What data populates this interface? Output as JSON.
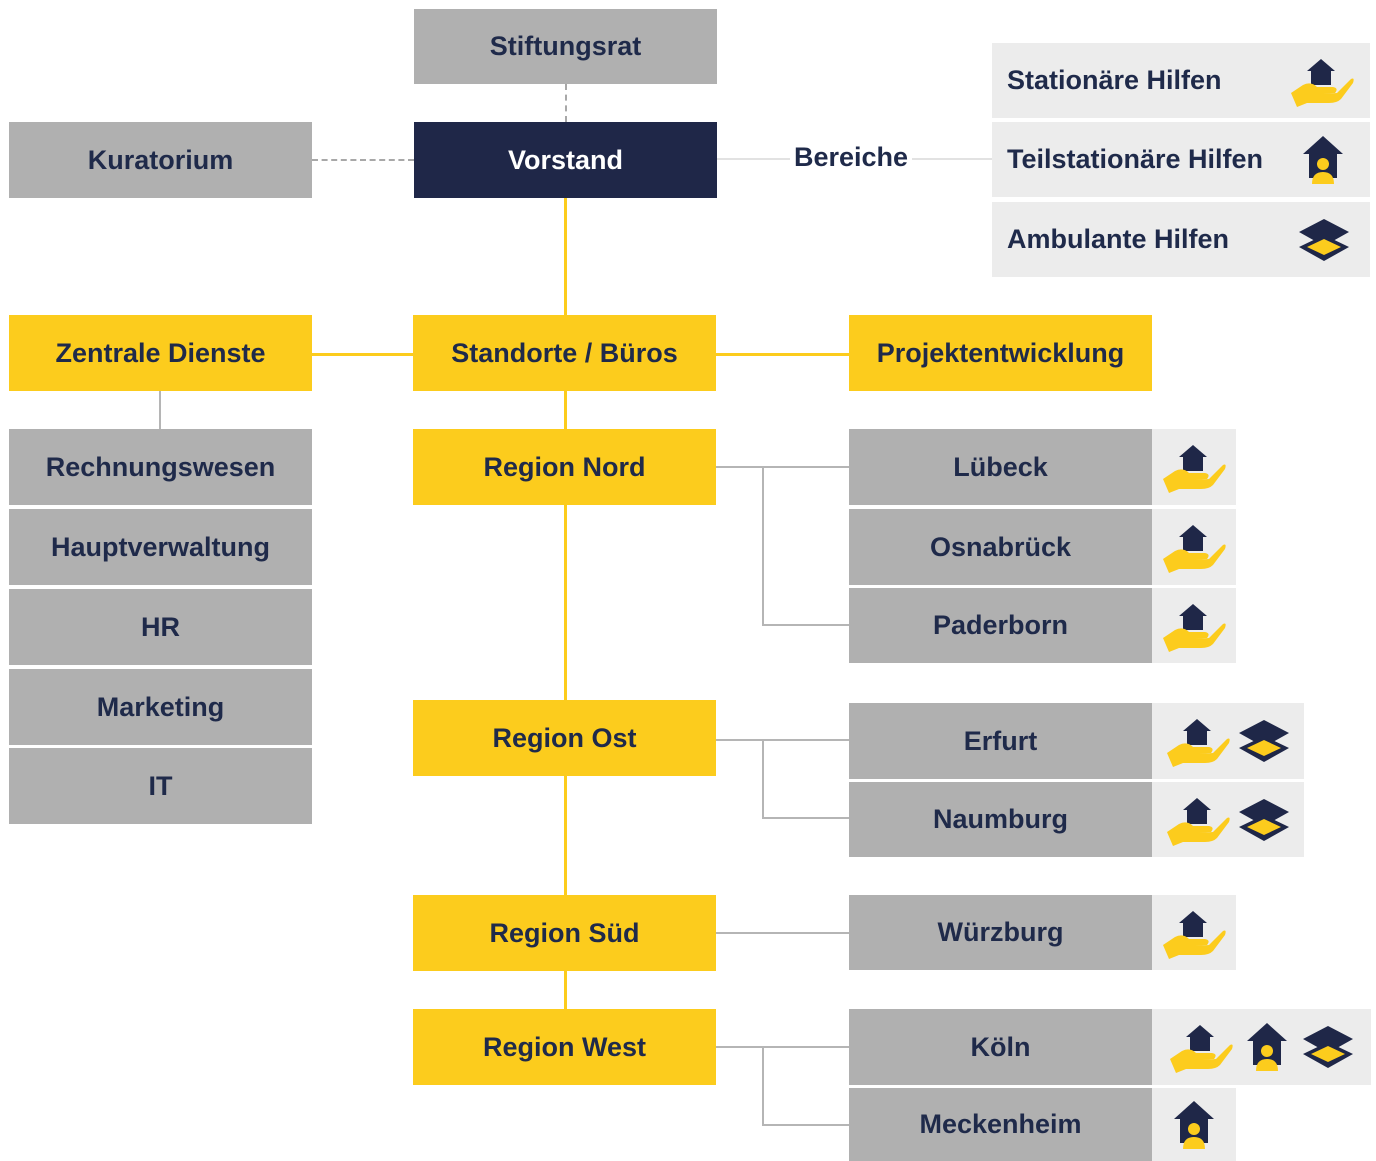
{
  "top": {
    "stiftungsrat": "Stiftungsrat",
    "kuratorium": "Kuratorium",
    "vorstand": "Vorstand",
    "bereiche": "Bereiche"
  },
  "legend": [
    {
      "label": "Stationäre Hilfen",
      "icon": "hand-house-icon"
    },
    {
      "label": "Teilstationäre Hilfen",
      "icon": "house-person-icon"
    },
    {
      "label": "Ambulante Hilfen",
      "icon": "layers-icon"
    }
  ],
  "main_row": {
    "zentrale": "Zentrale Dienste",
    "standorte": "Standorte / Büros",
    "projekt": "Projektentwicklung"
  },
  "zentrale_items": [
    "Rechnungswesen",
    "Hauptverwaltung",
    "HR",
    "Marketing",
    "IT"
  ],
  "regions": {
    "nord": {
      "name": "Region Nord",
      "sites": [
        {
          "name": "Lübeck",
          "icons": [
            "hand-house-icon"
          ]
        },
        {
          "name": "Osnabrück",
          "icons": [
            "hand-house-icon"
          ]
        },
        {
          "name": "Paderborn",
          "icons": [
            "hand-house-icon"
          ]
        }
      ]
    },
    "ost": {
      "name": "Region Ost",
      "sites": [
        {
          "name": "Erfurt",
          "icons": [
            "hand-house-icon",
            "layers-icon"
          ]
        },
        {
          "name": "Naumburg",
          "icons": [
            "hand-house-icon",
            "layers-icon"
          ]
        }
      ]
    },
    "sued": {
      "name": "Region Süd",
      "sites": [
        {
          "name": "Würzburg",
          "icons": [
            "hand-house-icon"
          ]
        }
      ]
    },
    "west": {
      "name": "Region West",
      "sites": [
        {
          "name": "Köln",
          "icons": [
            "hand-house-icon",
            "house-person-icon",
            "layers-icon"
          ]
        },
        {
          "name": "Meckenheim",
          "icons": [
            "house-person-icon"
          ]
        }
      ]
    }
  },
  "colors": {
    "navy": "#1f2748",
    "yellow": "#fccc1d",
    "gray": "#b0b0b0",
    "light": "#ececec",
    "text": "#1f2a4a"
  }
}
